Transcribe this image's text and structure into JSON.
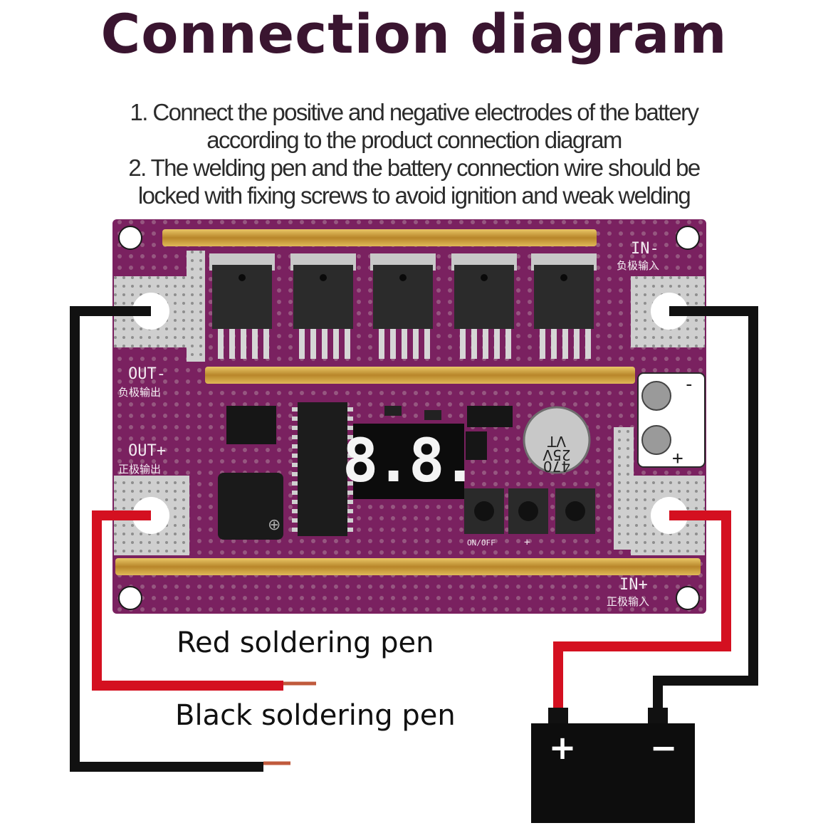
{
  "title": "Connection diagram",
  "instructions": [
    "1. Connect the positive and negative electrodes of the battery",
    "according to the product connection diagram",
    "2. The welding pen and the battery connection wire should be",
    "locked with fixing screws to avoid ignition and weak welding"
  ],
  "board": {
    "in_neg": "IN-",
    "in_neg_cn": "负极输入",
    "in_pos": "IN+",
    "in_pos_cn": "正极输入",
    "out_neg": "OUT-",
    "out_neg_cn": "负极输出",
    "out_pos": "OUT+",
    "out_pos_cn": "正极输出",
    "display": "8.8.",
    "onoff": "ON/OFF",
    "plus_small": "+",
    "cap_470": "470",
    "cap_25v": "25V",
    "cap_vt": "VT",
    "cap_minus": "-",
    "cap_plus": "+"
  },
  "labels": {
    "red_pen": "Red soldering pen",
    "black_pen": "Black soldering pen"
  },
  "battery": {
    "plus": "+",
    "minus": "−"
  },
  "colors": {
    "pcb": "#7a2160",
    "pcb_dark": "#5c1548",
    "copper": "#c9a13c",
    "pad": "#c8c8c8",
    "mosfet": "#2b2b2b",
    "red_wire": "#d41020",
    "black_wire": "#111111"
  }
}
